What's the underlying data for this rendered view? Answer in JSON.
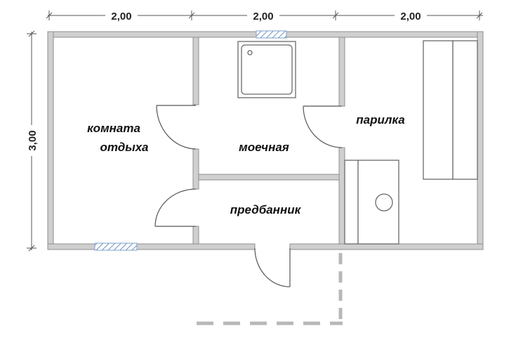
{
  "dimensions": {
    "top": [
      "2,00",
      "2,00",
      "2,00"
    ],
    "left": "3,00"
  },
  "rooms": {
    "rest_room_line1": "комната",
    "rest_room_line2": "отдыха",
    "washroom": "моечная",
    "steam_room": "парилка",
    "dressing_room": "предбанник"
  },
  "colors": {
    "wall_fill": "#cfcfcf",
    "wall_edge": "#8f8f8f",
    "window_hatch": "#6f92c4",
    "line": "#555555",
    "dashed_extension": "#b8b8b8"
  }
}
